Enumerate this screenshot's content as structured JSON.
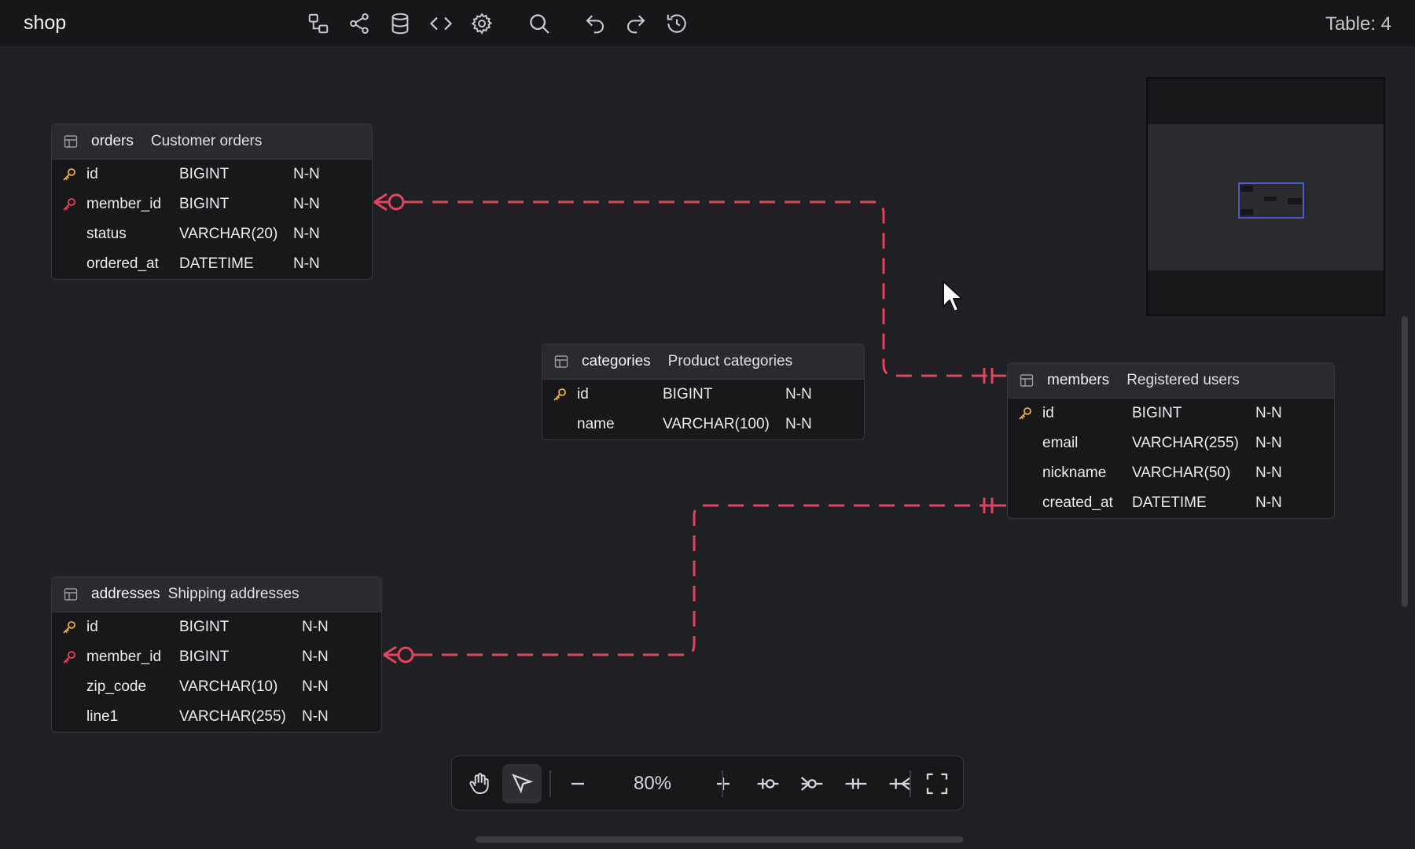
{
  "app": {
    "title": "shop",
    "table_count": "Table: 4"
  },
  "toolbar": {
    "icons": [
      "relationship-icon",
      "share-icon",
      "database-icon",
      "code-icon",
      "settings-icon",
      "search-icon",
      "undo-icon",
      "redo-icon",
      "history-icon"
    ]
  },
  "tables": {
    "orders": {
      "name": "orders",
      "comment": "Customer orders",
      "columns": [
        {
          "name": "id",
          "type": "BIGINT",
          "null": "N-N",
          "key": "pk"
        },
        {
          "name": "member_id",
          "type": "BIGINT",
          "null": "N-N",
          "key": "fk"
        },
        {
          "name": "status",
          "type": "VARCHAR(20)",
          "null": "N-N",
          "key": ""
        },
        {
          "name": "ordered_at",
          "type": "DATETIME",
          "null": "N-N",
          "key": ""
        }
      ]
    },
    "categories": {
      "name": "categories",
      "comment": "Product categories",
      "columns": [
        {
          "name": "id",
          "type": "BIGINT",
          "null": "N-N",
          "key": "pk"
        },
        {
          "name": "name",
          "type": "VARCHAR(100)",
          "null": "N-N",
          "key": ""
        }
      ]
    },
    "members": {
      "name": "members",
      "comment": "Registered users",
      "columns": [
        {
          "name": "id",
          "type": "BIGINT",
          "null": "N-N",
          "key": "pk"
        },
        {
          "name": "email",
          "type": "VARCHAR(255)",
          "null": "N-N",
          "key": ""
        },
        {
          "name": "nickname",
          "type": "VARCHAR(50)",
          "null": "N-N",
          "key": ""
        },
        {
          "name": "created_at",
          "type": "DATETIME",
          "null": "N-N",
          "key": ""
        }
      ]
    },
    "addresses": {
      "name": "addresses",
      "comment": "Shipping addresses",
      "columns": [
        {
          "name": "id",
          "type": "BIGINT",
          "null": "N-N",
          "key": "pk"
        },
        {
          "name": "member_id",
          "type": "BIGINT",
          "null": "N-N",
          "key": "fk"
        },
        {
          "name": "zip_code",
          "type": "VARCHAR(10)",
          "null": "N-N",
          "key": ""
        },
        {
          "name": "line1",
          "type": "VARCHAR(255)",
          "null": "N-N",
          "key": ""
        }
      ]
    }
  },
  "bottom_toolbar": {
    "zoom": "80%"
  },
  "colors": {
    "pk": "#e8b23c",
    "fk": "#e0445f",
    "relation": "#e0445f",
    "minimap_view": "#4a5cc4"
  }
}
